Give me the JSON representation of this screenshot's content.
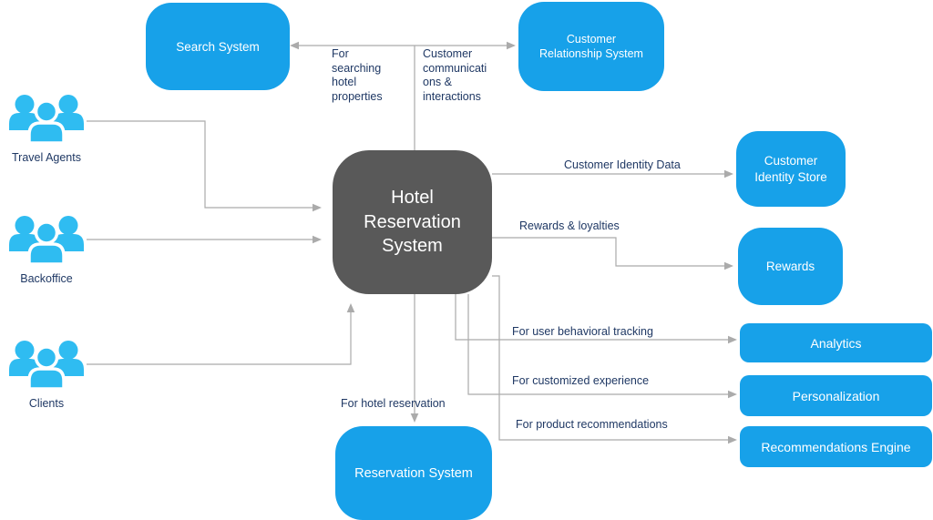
{
  "diagram_title": "Hotel Reservation System",
  "colors": {
    "node_blue": "#17a1e9",
    "central_gray": "#595959",
    "people_cyan": "#2fbcf1",
    "connector_gray": "#ababab",
    "label_navy": "#1f3864",
    "node_text": "#ffffff"
  },
  "central_node": {
    "label": "Hotel Reservation System"
  },
  "nodes": {
    "search_system": {
      "label": "Search System"
    },
    "customer_relationship_system": {
      "label": "Customer Relationship System"
    },
    "customer_identity_store": {
      "label": "Customer Identity Store"
    },
    "rewards": {
      "label": "Rewards"
    },
    "analytics": {
      "label": "Analytics"
    },
    "personalization": {
      "label": "Personalization"
    },
    "recommendations_engine": {
      "label": "Recommendations Engine"
    },
    "reservation_system": {
      "label": "Reservation System"
    }
  },
  "actors": {
    "travel_agents": {
      "label": "Travel Agents"
    },
    "backoffice": {
      "label": "Backoffice"
    },
    "clients": {
      "label": "Clients"
    }
  },
  "edge_labels": {
    "search": "For searching hotel properties",
    "crm": "Customer communications & interactions",
    "identity": "Customer Identity Data",
    "rewards": "Rewards & loyalties",
    "analytics": "For user behavioral tracking",
    "personalization": "For customized experience",
    "recommendations": "For product recommendations",
    "reservation": "For hotel reservation"
  }
}
